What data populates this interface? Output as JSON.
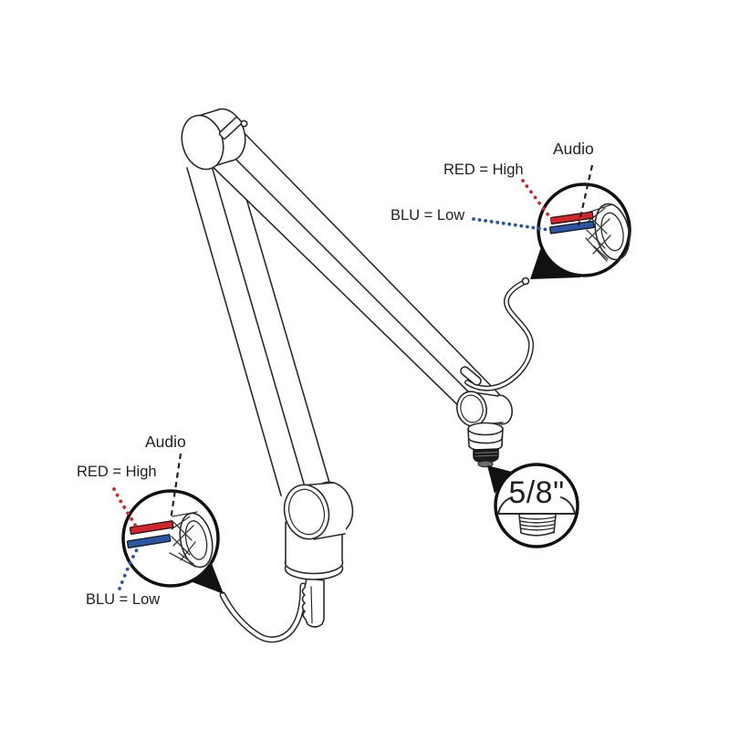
{
  "labels": {
    "top_right": {
      "audio": "Audio",
      "red": "RED = High",
      "blu": "BLU = Low"
    },
    "bottom_left": {
      "audio": "Audio",
      "red": "RED = High",
      "blu": "BLU = Low"
    },
    "thread_size": "5/8\""
  },
  "colors": {
    "background": "#ffffff",
    "line": "#2b2b2b",
    "text": "#231f20",
    "red_wire": "#d6232b",
    "blue_wire": "#2b55a5"
  }
}
